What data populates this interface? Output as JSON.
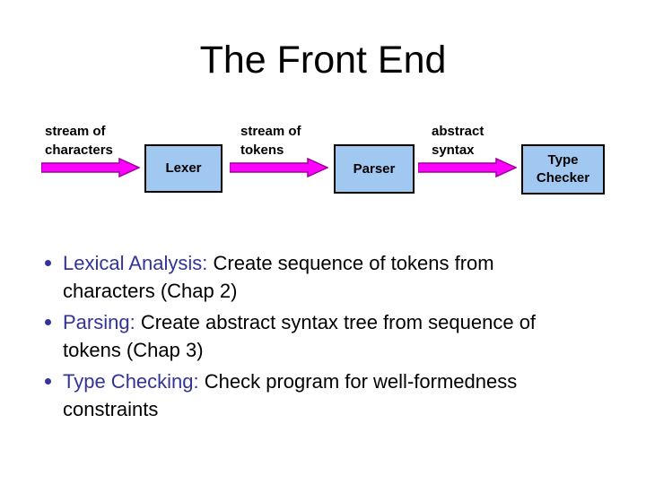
{
  "theme": {
    "background": "#FFFFFF",
    "text_color": "#000000",
    "box_fill": "#A0C8F0",
    "box_border": "#000000",
    "arrow_fill": "#FF00FF",
    "arrow_border": "#990099",
    "term_color": "#333399"
  },
  "slide": {
    "title": "The Front End"
  },
  "diagram": {
    "flow_labels": [
      "stream of\ncharacters",
      "stream of\ntokens",
      "abstract\nsyntax"
    ],
    "stages": [
      "Lexer",
      "Parser",
      "Type Checker"
    ]
  },
  "bullets": {
    "items": [
      {
        "term": "Lexical Analysis:",
        "text": " Create sequence of tokens from characters (Chap 2)"
      },
      {
        "term": "Parsing:",
        "text": " Create abstract syntax tree from sequence of tokens (Chap 3)"
      },
      {
        "term": "Type Checking:",
        "text": " Check program for well-formedness constraints"
      }
    ]
  }
}
